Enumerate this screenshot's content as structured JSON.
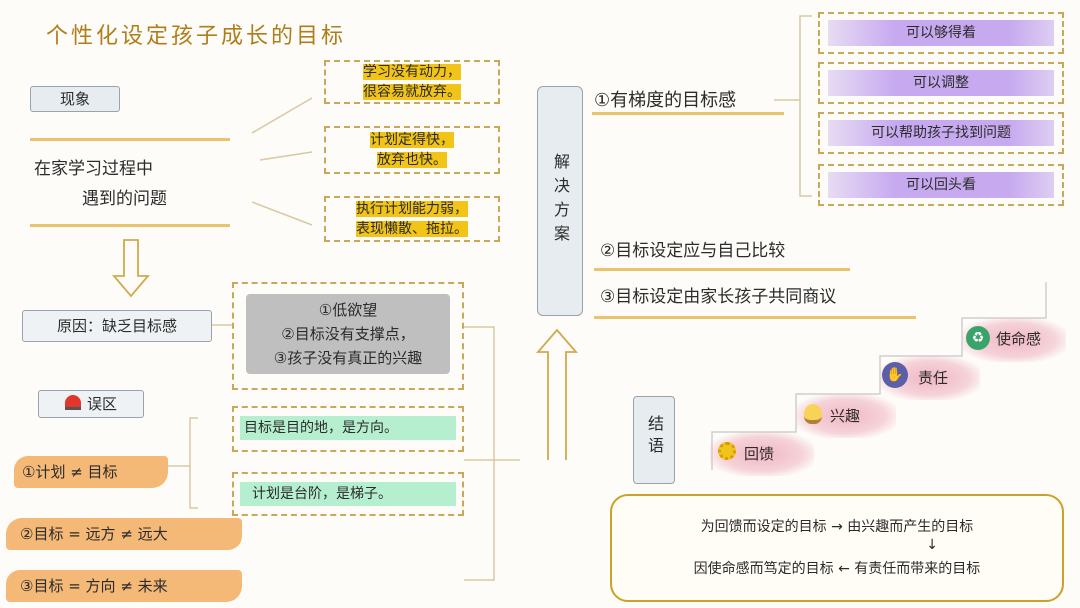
{
  "title": "个性化设定孩子成长的目标",
  "phenomenon": {
    "tag": "现象",
    "problem_line1": "在家学习过程中",
    "problem_line2": "遇到的问题",
    "issues": [
      {
        "line1": "学习没有动力，",
        "line2": "很容易就放弃。"
      },
      {
        "line1": "计划定得快，",
        "line2": "放弃也快。"
      },
      {
        "line1": "执行计划能力弱，",
        "line2": "表现懒散、拖拉。"
      }
    ]
  },
  "cause": {
    "label": "原因：缺乏目标感",
    "items": [
      "①低欲望",
      "②目标没有支撑点，",
      "③孩子没有真正的兴趣"
    ]
  },
  "misconceptions": {
    "tag": "误区",
    "items": [
      "①计划 ≠ 目标",
      "②目标 = 远方 ≠ 远大",
      "③目标 = 方向 ≠ 未来"
    ],
    "notes": [
      "目标是目的地，是方向。",
      "计划是台阶，是梯子。"
    ]
  },
  "solution": {
    "label": "解决方案",
    "point1": "①有梯度的目标感",
    "features": [
      "可以够得着",
      "可以调整",
      "可以帮助孩子找到问题",
      "可以回头看"
    ],
    "point2": "②目标设定应与自己比较",
    "point3": "③目标设定由家长孩子共同商议"
  },
  "conclusion": {
    "label": "结语",
    "steps": [
      {
        "label": "回馈",
        "icon": "gear-icon"
      },
      {
        "label": "兴趣",
        "icon": "lightbulb-icon"
      },
      {
        "label": "责任",
        "icon": "handshake-icon"
      },
      {
        "label": "使命感",
        "icon": "recycle-icon"
      }
    ],
    "box_line1": "为回馈而设定的目标 → 由兴趣而产生的目标",
    "box_arrow": "↓",
    "box_line2": "因使命感而笃定的目标 ← 有责任而带来的目标"
  }
}
